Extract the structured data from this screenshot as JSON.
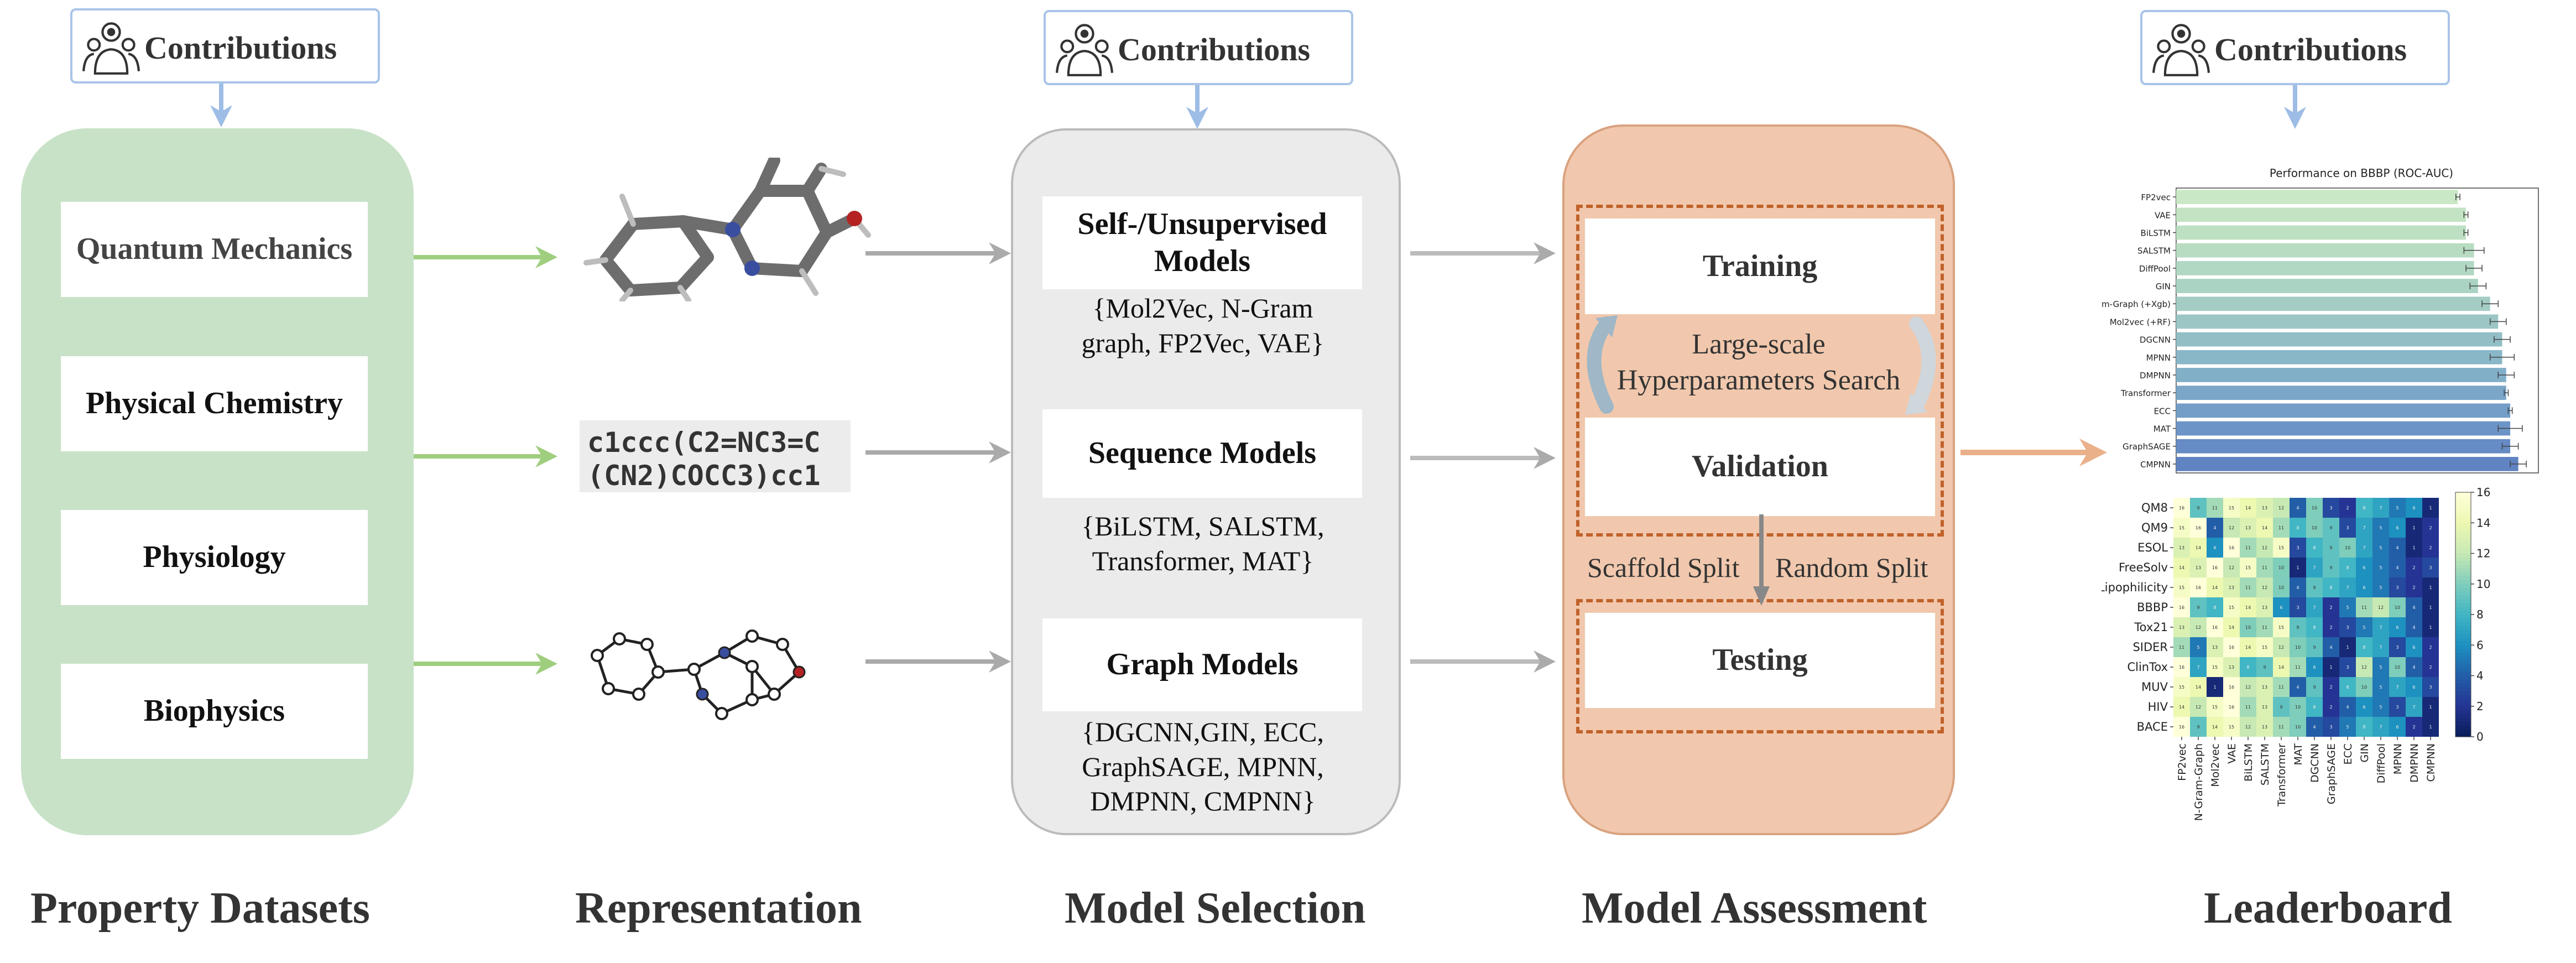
{
  "contributions_label": "Contributions",
  "sections": {
    "datasets": "Property Datasets",
    "representation": "Representation",
    "model_selection": "Model Selection",
    "model_assessment": "Model Assessment",
    "leaderboard": "Leaderboard"
  },
  "datasets": [
    "Quantum Mechanics",
    "Physical Chemistry",
    "Physiology",
    "Biophysics"
  ],
  "smiles": {
    "line1": "c1ccc(C2=NC3=C",
    "line2": "(CN2)COCC3)cc1"
  },
  "models": {
    "self_title_line1": "Self-/Unsupervised",
    "self_title_line2": "Models",
    "self_list_line1": "{Mol2Vec, N-Gram",
    "self_list_line2": "graph, FP2Vec, VAE}",
    "seq_title": "Sequence Models",
    "seq_list_line1": "{BiLSTM, SALSTM,",
    "seq_list_line2": "Transformer, MAT}",
    "graph_title": "Graph Models",
    "graph_list_line1": "{DGCNN,GIN, ECC,",
    "graph_list_line2": "GraphSAGE, MPNN,",
    "graph_list_line3": "DMPNN, CMPNN}"
  },
  "assessment": {
    "training": "Training",
    "hps_line1": "Large-scale",
    "hps_line2": "Hyperparameters Search",
    "validation": "Validation",
    "scaffold_split": "Scaffold Split",
    "random_split": "Random Split",
    "testing": "Testing"
  },
  "colors": {
    "datasets_panel": "#c8e2c8",
    "models_panel": "#ebebeb",
    "assessment_panel": "#f1c8ad",
    "assessment_border": "#d9a27f",
    "dashed": "#c0632b",
    "green_arrow": "#9fce7f",
    "gray_arrow": "#aaaaaa",
    "orange_arrow": "#eab08a",
    "blue_arrow": "#9dbde6"
  },
  "chart_data": [
    {
      "type": "bar",
      "orientation": "horizontal",
      "title": "Performance on BBBP (ROC-AUC)",
      "categories": [
        "FP2vec",
        "VAE",
        "BiLSTM",
        "SALSTM",
        "DiffPool",
        "GIN",
        "m-Graph (+Xgb)",
        "Mol2vec (+RF)",
        "DGCNN",
        "MPNN",
        "DMPNN",
        "Transformer",
        "ECC",
        "MAT",
        "GraphSAGE",
        "CMPNN"
      ],
      "values": [
        0.7,
        0.72,
        0.72,
        0.74,
        0.74,
        0.75,
        0.78,
        0.8,
        0.81,
        0.81,
        0.82,
        0.82,
        0.83,
        0.83,
        0.83,
        0.85
      ],
      "errors": [
        0.005,
        0.005,
        0.005,
        0.025,
        0.02,
        0.02,
        0.02,
        0.02,
        0.02,
        0.03,
        0.02,
        0.005,
        0.005,
        0.03,
        0.02,
        0.02
      ],
      "colors": [
        "#c9e8c5",
        "#c3e4c3",
        "#bde0c2",
        "#b7dcc2",
        "#b1d8c2",
        "#aad3c3",
        "#a3cdc4",
        "#9bc6c5",
        "#92bfc6",
        "#8ab7c7",
        "#82afc8",
        "#7ba6c8",
        "#749dc8",
        "#6d94c7",
        "#668bc5",
        "#6083c2"
      ],
      "xlim": [
        0,
        0.9
      ],
      "grid": false
    },
    {
      "type": "heatmap",
      "rows": [
        "QM8",
        "QM9",
        "ESOL",
        "FreeSolv",
        "Lipophilicity",
        "BBBP",
        "Tox21",
        "SIDER",
        "ClinTox",
        "MUV",
        "HIV",
        "BACE"
      ],
      "columns": [
        "FP2vec",
        "N-Gram-Graph",
        "Mol2vec",
        "VAE",
        "BiLSTM",
        "SALSTM",
        "Transformer",
        "MAT",
        "DGCNN",
        "GraphSAGE",
        "ECC",
        "GIN",
        "DiffPool",
        "MPNN",
        "DMPNN",
        "CMPNN"
      ],
      "values": [
        [
          16,
          9,
          11,
          15,
          14,
          13,
          12,
          4,
          10,
          3,
          2,
          8,
          7,
          5,
          6,
          1
        ],
        [
          15,
          16,
          4,
          12,
          13,
          14,
          11,
          8,
          10,
          9,
          3,
          7,
          5,
          6,
          1,
          2
        ],
        [
          13,
          14,
          6,
          16,
          11,
          12,
          15,
          3,
          8,
          9,
          10,
          7,
          5,
          4,
          1,
          2
        ],
        [
          14,
          13,
          16,
          12,
          15,
          11,
          10,
          1,
          7,
          9,
          8,
          6,
          5,
          4,
          2,
          3
        ],
        [
          15,
          16,
          14,
          13,
          11,
          12,
          10,
          4,
          9,
          8,
          7,
          6,
          5,
          3,
          2,
          1
        ],
        [
          16,
          9,
          8,
          15,
          14,
          13,
          6,
          3,
          7,
          2,
          5,
          11,
          12,
          10,
          4,
          1
        ],
        [
          13,
          12,
          16,
          14,
          10,
          11,
          15,
          9,
          8,
          2,
          3,
          5,
          7,
          6,
          4,
          1
        ],
        [
          11,
          5,
          13,
          16,
          14,
          15,
          12,
          10,
          9,
          4,
          1,
          8,
          7,
          3,
          6,
          2
        ],
        [
          16,
          7,
          15,
          13,
          8,
          9,
          14,
          11,
          6,
          1,
          3,
          12,
          5,
          10,
          4,
          2
        ],
        [
          15,
          14,
          1,
          16,
          12,
          13,
          11,
          4,
          9,
          2,
          8,
          10,
          5,
          7,
          6,
          3
        ],
        [
          14,
          12,
          15,
          16,
          11,
          13,
          9,
          10,
          8,
          2,
          4,
          6,
          5,
          3,
          7,
          1
        ],
        [
          16,
          9,
          14,
          15,
          12,
          13,
          11,
          10,
          4,
          3,
          5,
          8,
          7,
          6,
          2,
          1
        ]
      ],
      "colorbar_ticks": [
        0,
        2,
        4,
        6,
        8,
        10,
        12,
        14,
        16
      ],
      "colormap": "YlGnBu_r",
      "vmin": 0,
      "vmax": 16
    }
  ]
}
